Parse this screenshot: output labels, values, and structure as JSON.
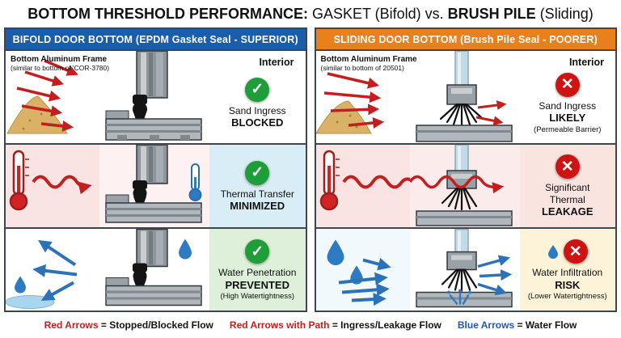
{
  "title": {
    "part1": "BOTTOM THRESHOLD PERFORMANCE:",
    "part2": " GASKET (Bifold) vs. ",
    "part3": "BRUSH PILE",
    "part4": " (Sliding)"
  },
  "colors": {
    "bifold_header": "#1a5dab",
    "sliding_header": "#e8811c",
    "check_green": "#1d9e38",
    "cross_red": "#cf1212",
    "red_arrow": "#c41e1e",
    "blue_arrow": "#2b72b8"
  },
  "icons": {
    "check": "✓",
    "cross": "✕"
  },
  "bifold": {
    "header": "BIFOLD DOOR BOTTOM (EPDM Gasket Seal - SUPERIOR)",
    "frame_label": "Bottom Aluminum Frame",
    "frame_sub": "(similar to bottom of 'COR-3780)",
    "interior": "Interior",
    "rows": [
      {
        "line1": "Sand Ingress",
        "line2": "BLOCKED",
        "line3": ""
      },
      {
        "line1": "Thermal Transfer",
        "line2": "MINIMIZED",
        "line3": ""
      },
      {
        "line1": "Water Penetration",
        "line2": "PREVENTED",
        "line3": "(High Watertightness)"
      }
    ]
  },
  "sliding": {
    "header": "SLIDING DOOR BOTTOM (Brush Pile Seal - POORER)",
    "frame_label": "Bottom Aluminum Frame",
    "frame_sub": "(similar to bottom of 20501)",
    "interior": "Interior",
    "rows": [
      {
        "line1": "Sand Ingress",
        "line2": "LIKELY",
        "line3": "(Permeable Barrier)"
      },
      {
        "line1": "Significant\nThermal",
        "line2": "LEAKAGE",
        "line3": ""
      },
      {
        "line1": "Water Infiltration",
        "line2": "RISK",
        "line3": "(Lower Watertightness)"
      }
    ]
  },
  "legend": {
    "items": [
      {
        "label": "Red Arrows",
        "desc": " = Stopped/Blocked Flow"
      },
      {
        "label": "Red Arrows with Path",
        "desc": " = Ingress/Leakage Flow"
      },
      {
        "label": "Blue Arrows",
        "desc": " = Water Flow"
      }
    ]
  }
}
